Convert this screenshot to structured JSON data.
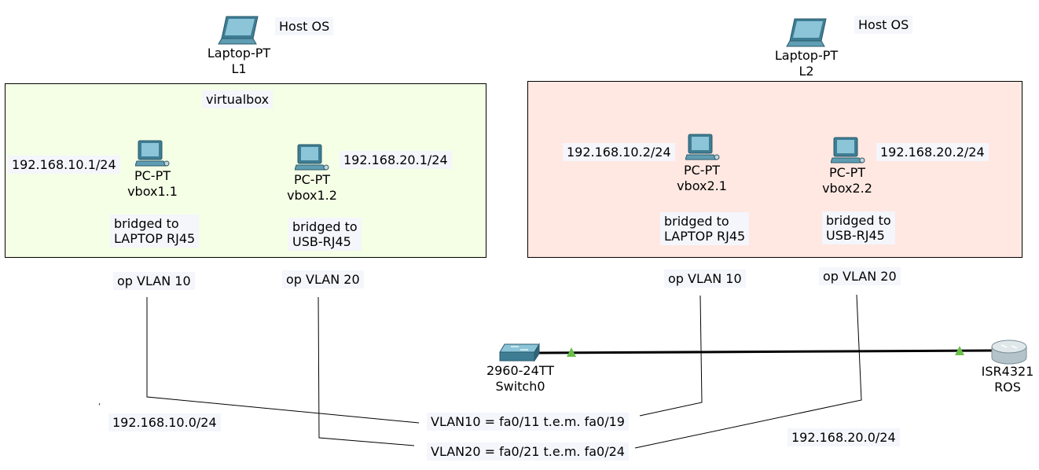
{
  "hosts": [
    {
      "type": "Laptop-PT",
      "name": "L1",
      "tag": "Host OS"
    },
    {
      "type": "Laptop-PT",
      "name": "L2",
      "tag": "Host OS"
    }
  ],
  "zones": {
    "left": {
      "label": "virtualbox",
      "fill": "#f5ffe6"
    },
    "right": {
      "fill": "#ffe8e2"
    }
  },
  "pcs": [
    {
      "type": "PC-PT",
      "name": "vbox1.1",
      "ip": "192.168.10.1/24",
      "bridge_line1": "bridged to",
      "bridge_line2": "LAPTOP RJ45",
      "vlan": "op VLAN 10"
    },
    {
      "type": "PC-PT",
      "name": "vbox1.2",
      "ip": "192.168.20.1/24",
      "bridge_line1": "bridged to",
      "bridge_line2": "USB-RJ45",
      "vlan": "op VLAN 20"
    },
    {
      "type": "PC-PT",
      "name": "vbox2.1",
      "ip": "192.168.10.2/24",
      "bridge_line1": "bridged to",
      "bridge_line2": "LAPTOP RJ45",
      "vlan": "op VLAN 10"
    },
    {
      "type": "PC-PT",
      "name": "vbox2.2",
      "ip": "192.168.20.2/24",
      "bridge_line1": "bridged to",
      "bridge_line2": "USB-RJ45",
      "vlan": "op VLAN 20"
    }
  ],
  "switch": {
    "type": "2960-24TT",
    "name": "Switch0"
  },
  "router": {
    "type": "ISR4321",
    "name": "ROS"
  },
  "link_color": "#6abf4b",
  "vlans": {
    "vlan10": "VLAN10 = fa0/11 t.e.m. fa0/19",
    "vlan20": "VLAN20 = fa0/21 t.e.m. fa0/24"
  },
  "subnets": {
    "net10": "192.168.10.0/24",
    "net20": "192.168.20.0/24",
    "stray_mark": "‘"
  }
}
